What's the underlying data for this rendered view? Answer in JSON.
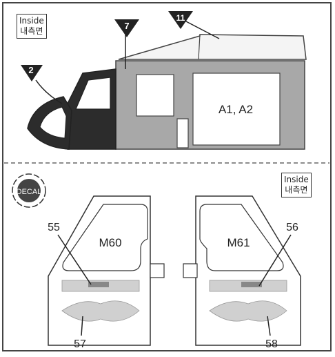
{
  "diagram": {
    "inside_label_top": {
      "line1": "Inside",
      "line2": "내측면"
    },
    "inside_label_bottom": {
      "line1": "Inside",
      "line2": "내측면"
    },
    "part_markers": [
      "2",
      "7",
      "11"
    ],
    "decal_badge": "DECAL",
    "window_marking": "A1, A2",
    "left_door": {
      "label": "M60",
      "callout_top": "55",
      "callout_bottom": "57"
    },
    "right_door": {
      "label": "M61",
      "callout_top": "56",
      "callout_bottom": "58"
    },
    "colors": {
      "gray_panel": "#a8a8a8",
      "dark_panel": "#2c2c2c",
      "light_gray": "#d0d0d0",
      "outline": "#333333"
    }
  }
}
